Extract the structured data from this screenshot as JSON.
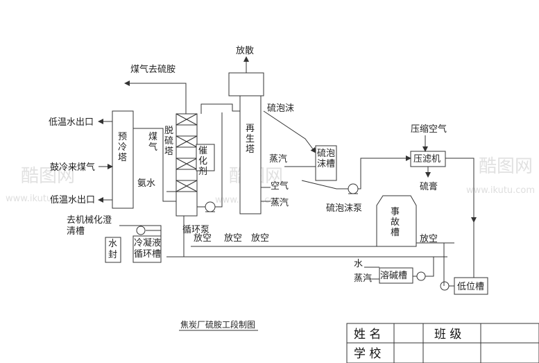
{
  "diagram": {
    "title": "焦炭厂硫胺工段制图",
    "labels": {
      "vent_top": "放散",
      "gas_to_ammonium": "煤气去硫胺",
      "low_temp_out_1": "低温水出口",
      "precooler": "预冷塔",
      "gas_from_cooling": "鼓冷来煤气",
      "low_temp_out_2": "低温水出口",
      "desulf_tower": "脱硫塔",
      "gas_in": "煤气",
      "catalyst": "催化剂",
      "ammonia_water": "氨水",
      "regen_tower": "再生塔",
      "sulfur_foam": "硫泡沫",
      "steam_1": "蒸汽",
      "foam_tank": "硫泡沫槽",
      "air": "空气",
      "steam_2": "蒸汽",
      "foam_pump": "硫泡沫泵",
      "compressed_air": "压缩空气",
      "filter_press": "压滤机",
      "sulfur_paste": "硫膏",
      "to_clarifier": "去机械化澄清槽",
      "water_seal": "水封",
      "condensate_tank": "冷凝液循环槽",
      "circ_pump": "循环泵",
      "vent_1": "放空",
      "vent_2": "放空",
      "vent_3": "放空",
      "accident_tank": "事故槽",
      "vent_4": "放空",
      "water": "水",
      "steam_3": "蒸汽",
      "alkali_tank": "溶碱槽",
      "low_tank": "低位槽"
    }
  },
  "title_block": {
    "name_label": "姓  名",
    "class_label": "班  级",
    "school_label": "学  校"
  },
  "watermark": {
    "logo": "酷图网",
    "url": "www.ikutu.com"
  }
}
